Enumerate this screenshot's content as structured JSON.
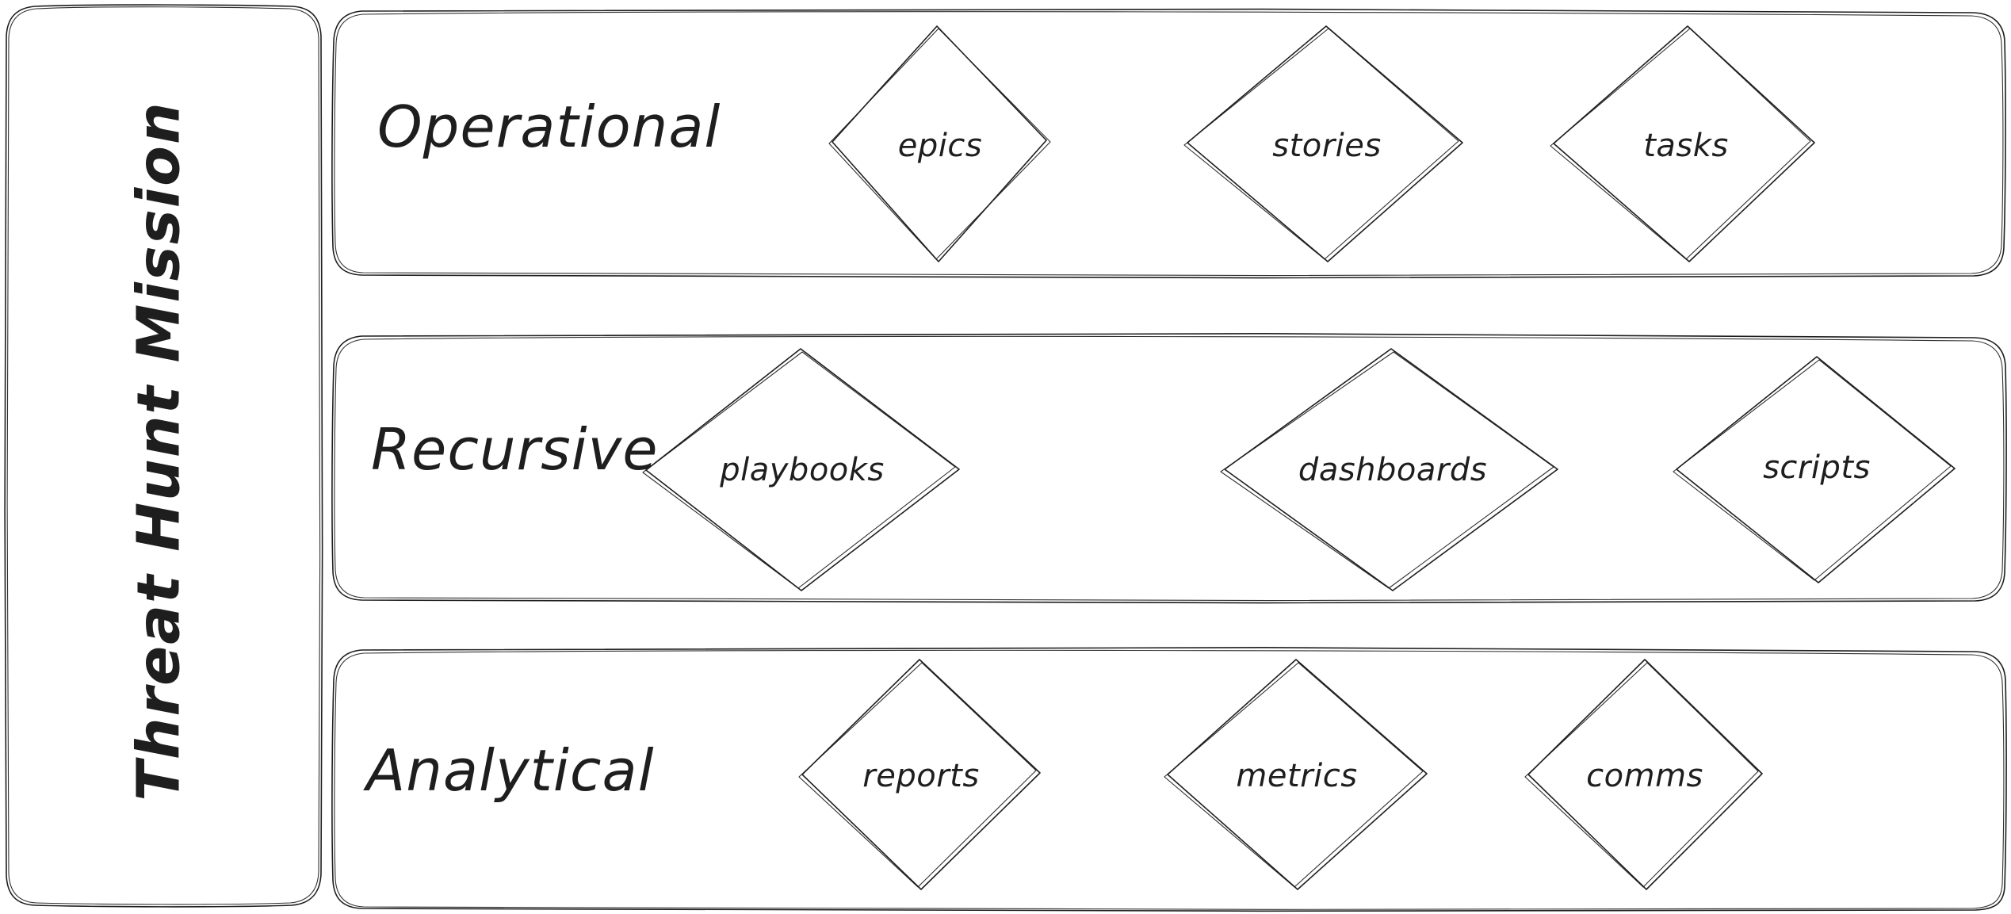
{
  "diagram": {
    "title": "Threat Hunt Mission",
    "background": "#ffffff",
    "stroke_color": "#1e1e1e",
    "style": "hand-drawn",
    "mission_panel": {
      "label": "Threat Hunt Mission",
      "orientation": "vertical-rotated-90ccw"
    },
    "lanes": [
      {
        "id": "operational",
        "label": "Operational",
        "nodes": [
          {
            "id": "epics",
            "label": "epics",
            "shape": "diamond"
          },
          {
            "id": "stories",
            "label": "stories",
            "shape": "diamond"
          },
          {
            "id": "tasks",
            "label": "tasks",
            "shape": "diamond"
          }
        ]
      },
      {
        "id": "recursive",
        "label": "Recursive",
        "nodes": [
          {
            "id": "playbooks",
            "label": "playbooks",
            "shape": "diamond"
          },
          {
            "id": "dashboards",
            "label": "dashboards",
            "shape": "diamond"
          },
          {
            "id": "scripts",
            "label": "scripts",
            "shape": "diamond"
          }
        ]
      },
      {
        "id": "analytical",
        "label": "Analytical",
        "nodes": [
          {
            "id": "reports",
            "label": "reports",
            "shape": "diamond"
          },
          {
            "id": "metrics",
            "label": "metrics",
            "shape": "diamond"
          },
          {
            "id": "comms",
            "label": "comms",
            "shape": "diamond"
          }
        ]
      }
    ]
  }
}
